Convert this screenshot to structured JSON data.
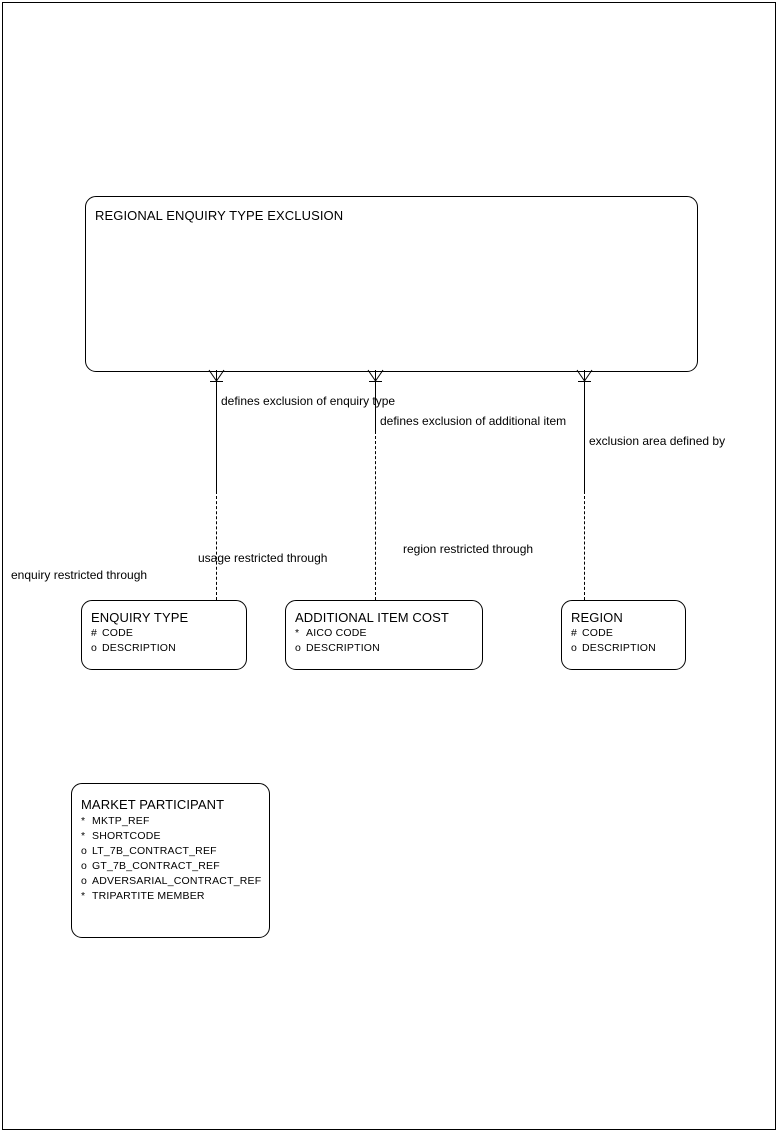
{
  "diagram": {
    "type": "entity-relationship",
    "notation": "crows-foot",
    "entities": [
      {
        "id": "regional-enquiry-type-exclusion",
        "name": "REGIONAL ENQUIRY TYPE EXCLUSION",
        "attributes": []
      },
      {
        "id": "enquiry-type",
        "name": "ENQUIRY TYPE",
        "attributes": [
          {
            "mark": "#",
            "name": "CODE"
          },
          {
            "mark": "o",
            "name": "DESCRIPTION"
          }
        ]
      },
      {
        "id": "additional-item-cost",
        "name": "ADDITIONAL ITEM COST",
        "attributes": [
          {
            "mark": "*",
            "name": "AICO CODE"
          },
          {
            "mark": "o",
            "name": "DESCRIPTION"
          }
        ]
      },
      {
        "id": "region",
        "name": "REGION",
        "attributes": [
          {
            "mark": "#",
            "name": "CODE"
          },
          {
            "mark": "o",
            "name": "DESCRIPTION"
          }
        ]
      },
      {
        "id": "market-participant",
        "name": "MARKET PARTICIPANT",
        "attributes": [
          {
            "mark": "*",
            "name": "MKTP_REF"
          },
          {
            "mark": "*",
            "name": "SHORTCODE"
          },
          {
            "mark": "o",
            "name": "LT_7B_CONTRACT_REF"
          },
          {
            "mark": "o",
            "name": "GT_7B_CONTRACT_REF"
          },
          {
            "mark": "o",
            "name": "ADVERSARIAL_CONTRACT_REF"
          },
          {
            "mark": "*",
            "name": "TRIPARTITE MEMBER"
          }
        ]
      }
    ],
    "relationships": [
      {
        "id": "rel-enquiry-type",
        "parent_label": "defines exclusion of enquiry type",
        "child_label": "enquiry restricted through"
      },
      {
        "id": "rel-additional-item",
        "parent_label": "defines exclusion of additional item",
        "child_label": "usage restricted through"
      },
      {
        "id": "rel-region",
        "parent_label": "exclusion area defined by",
        "child_label": "region restricted through"
      }
    ]
  }
}
